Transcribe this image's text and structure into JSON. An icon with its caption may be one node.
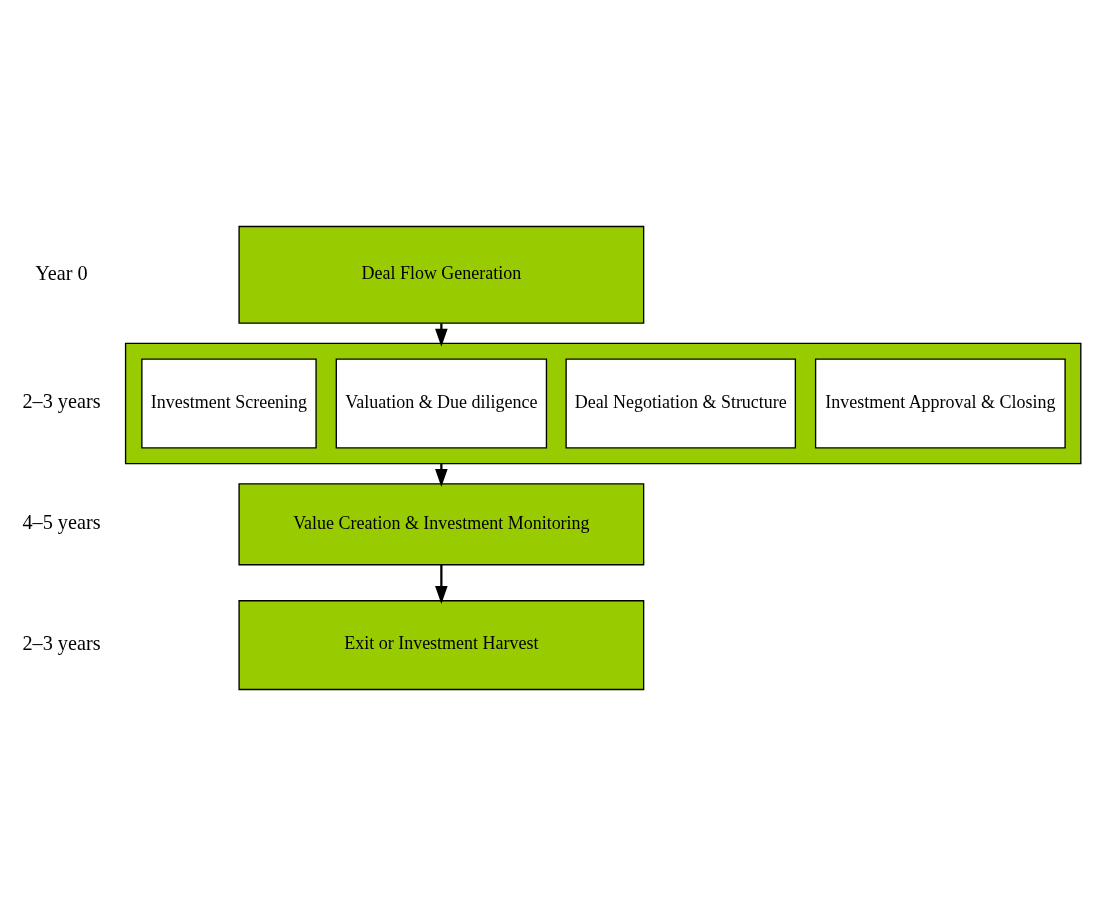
{
  "diagram": {
    "nodes": [
      {
        "text": [
          "Deal Flow Generation"
        ]
      },
      {
        "text": [],
        "shape": "box"
      },
      {
        "text": [
          "Investment Screening"
        ],
        "in": 1
      },
      {
        "text": [
          "Valuation & Due diligence"
        ],
        "in": 1
      },
      {
        "text": [
          "Deal Negotiation & Structure"
        ],
        "in": 1
      },
      {
        "text": [
          "Investment Approval & Closing"
        ],
        "in": 1
      },
      {
        "text": [
          "Value Creation & Investment Monitoring"
        ]
      },
      {
        "text": [
          "Exit or Investment Harvest"
        ]
      }
    ],
    "edges": [
      {
        "from": 0,
        "to": 1,
        "arrow": "to"
      },
      {
        "from": 1,
        "to": 6,
        "arrow": "to"
      },
      {
        "from": 6,
        "to": 7,
        "arrow": "to"
      }
    ],
    "labels": [
      "Year 0",
      "2–3 years",
      "4–5 years",
      "2–3 years"
    ]
  }
}
